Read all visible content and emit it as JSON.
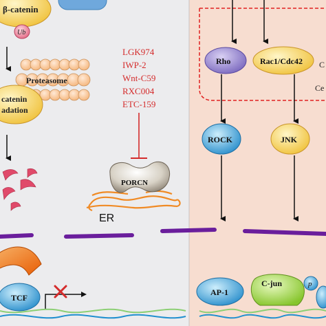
{
  "colors": {
    "left_panel_bg": "#ececee",
    "right_panel_bg": "#f7ddd0",
    "inhibitor_red": "#d42b2b",
    "membrane_purple": "#6a1e9c",
    "node_yellow": "#f4d35a",
    "node_purple": "#8e7dcb",
    "node_blue": "#2f9fd6",
    "node_green": "#9ad43a",
    "dna_green": "#8ccf74",
    "dna_blue": "#1f8fcf"
  },
  "wnt_canonical": {
    "beta_catenin_label": "β-catenin",
    "ubiquitin_label": "Ub",
    "proteasome_label": "Proteasome",
    "degradation_label_line1": "catenin",
    "degradation_label_line2": "adation",
    "tcf_label": "TCF"
  },
  "inhibitors": {
    "items": [
      "LGK974",
      "IWP-2",
      "Wnt-C59",
      "RXC004",
      "ETC-159"
    ]
  },
  "porcupine": {
    "porcn_label": "PORCN",
    "er_label": "ER"
  },
  "pcp_pathway": {
    "rho_label": "Rho",
    "rac_label": "Rac1/Cdc42",
    "rock_label": "ROCK",
    "jnk_label": "JNK",
    "side_label_line1": "C",
    "side_label_line2": "Ce",
    "ap1_label": "AP-1",
    "cjun_label": "C-jun",
    "phospho_label": "p"
  }
}
